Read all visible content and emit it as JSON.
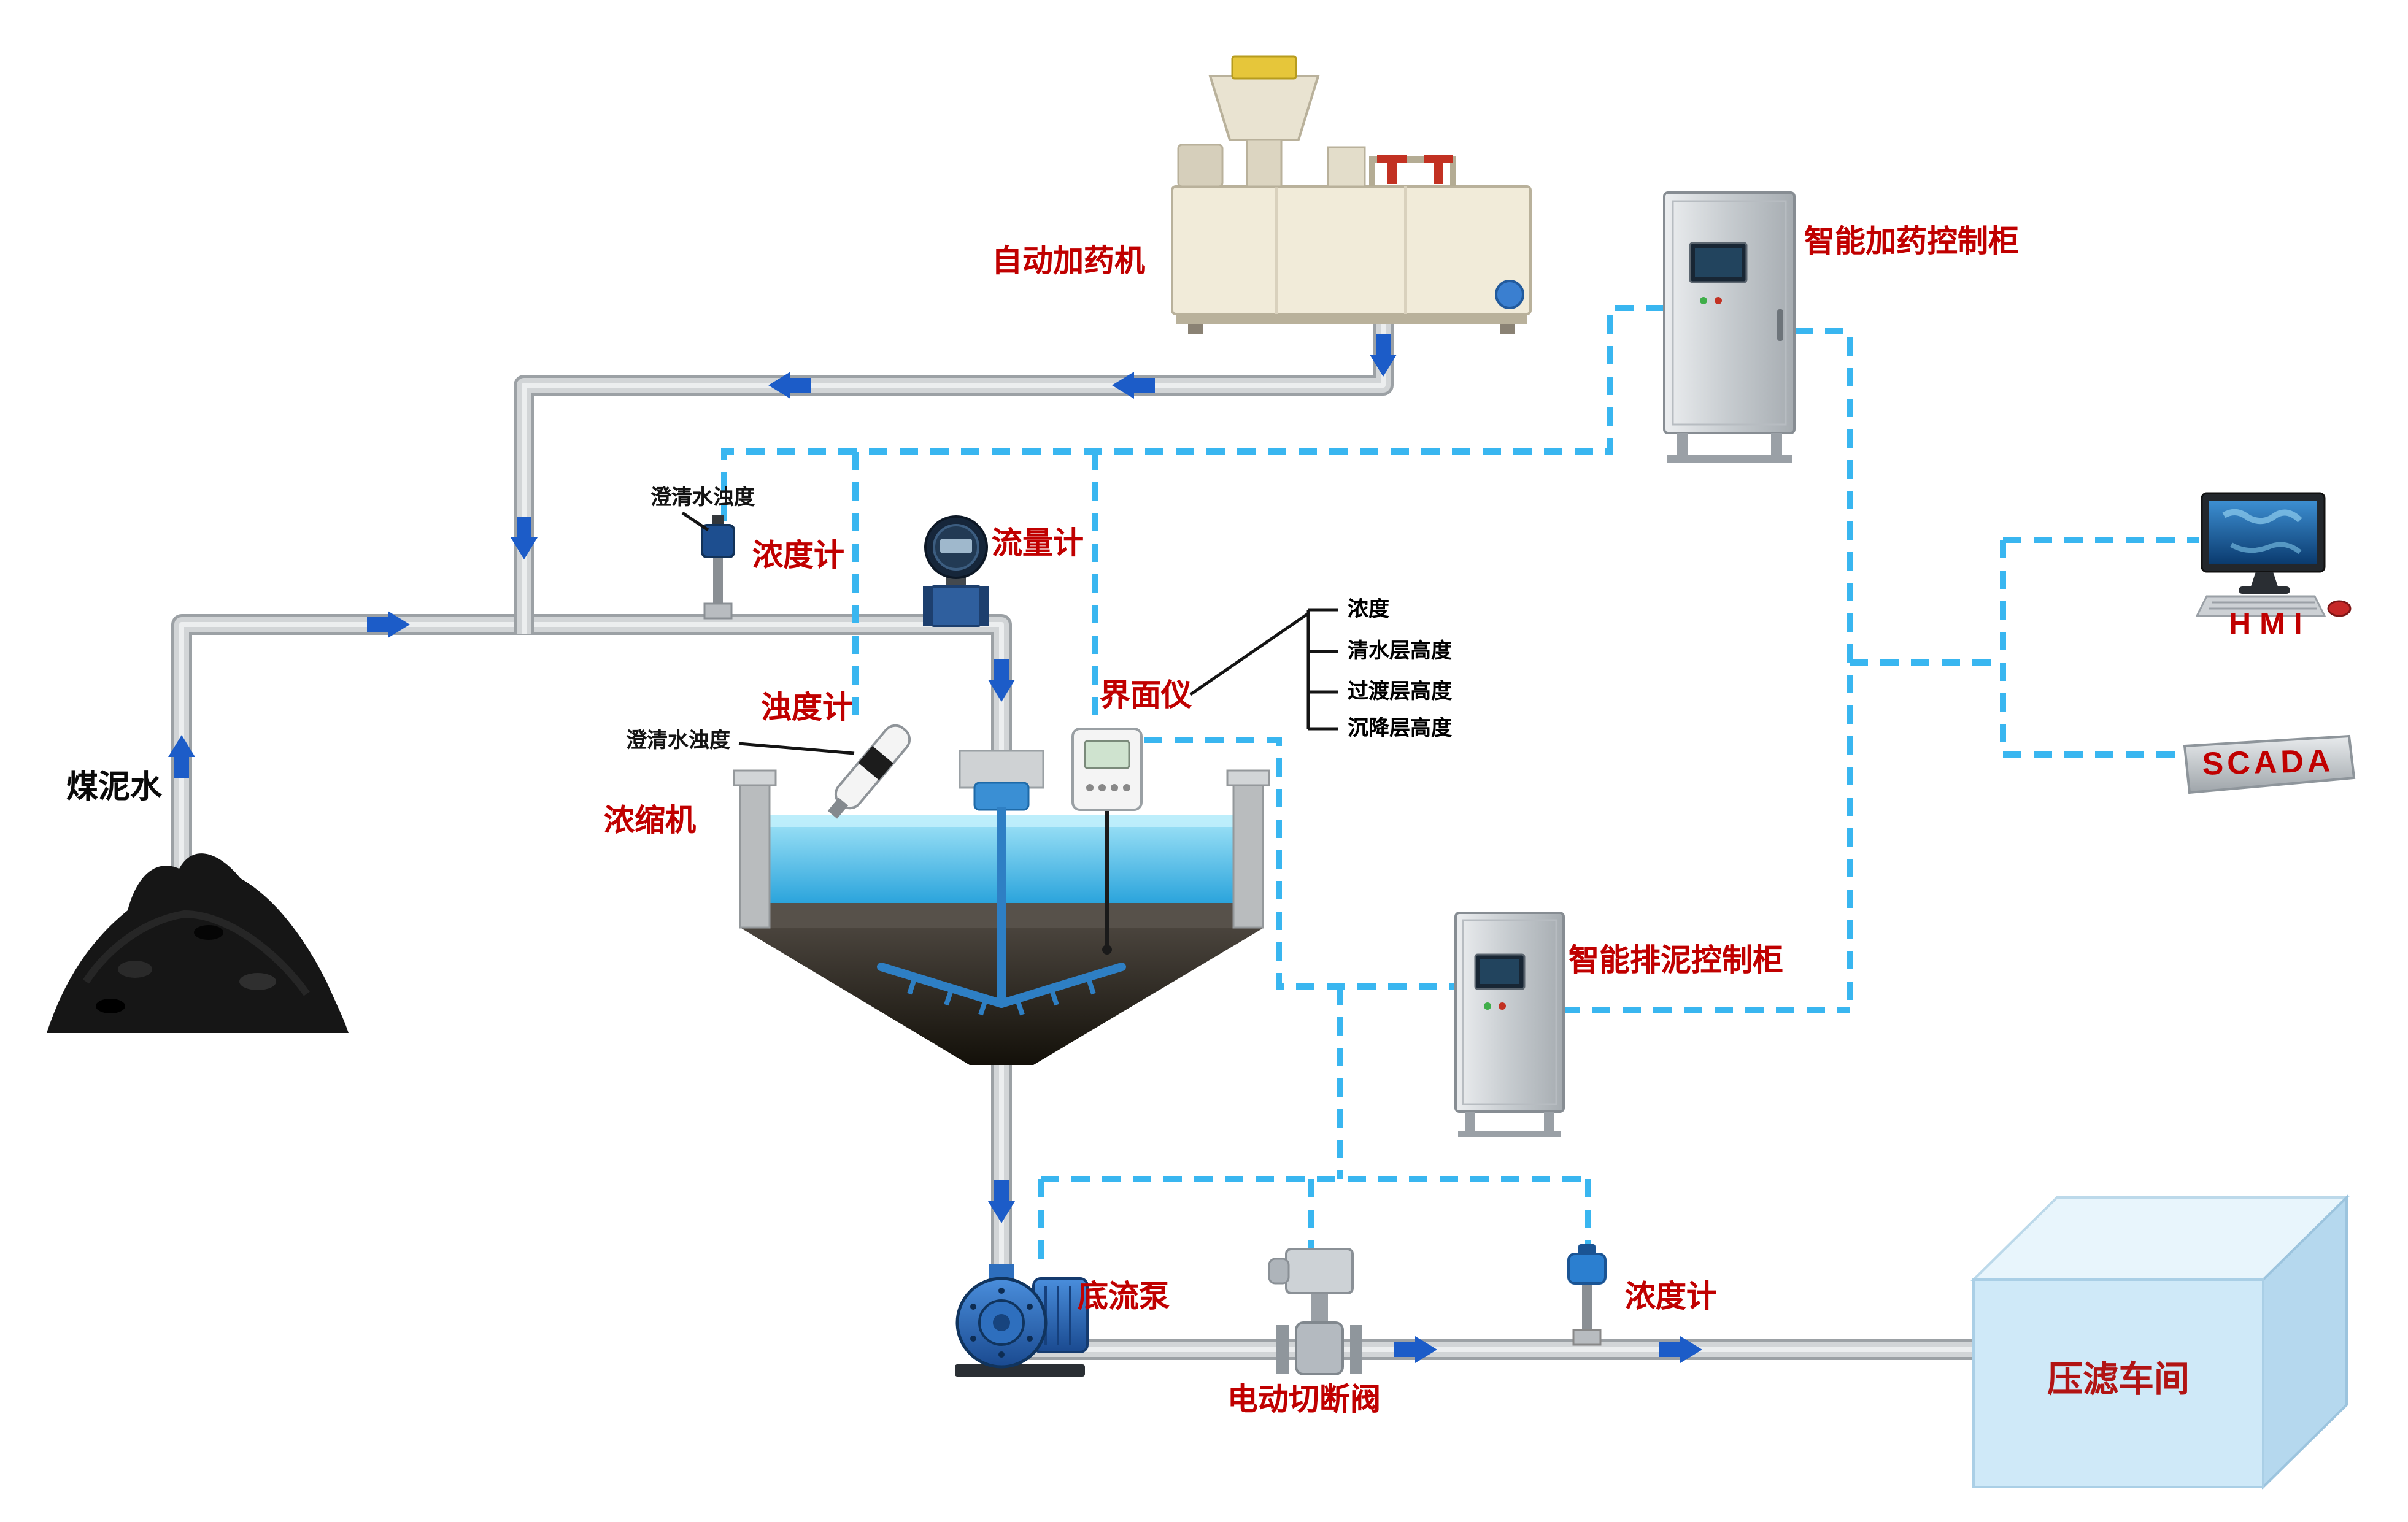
{
  "labels": {
    "dosing_machine": "自动加药机",
    "dosing_cabinet": "智能加药控制柜",
    "hmi": "HMI",
    "scada": "SCADA",
    "coal_slurry_water": "煤泥水",
    "clarified_water_turbidity_top": "澄清水浊度",
    "concentration_meter_top": "浓度计",
    "flow_meter": "流量计",
    "turbidity_meter": "浊度计",
    "clarified_water_turbidity_side": "澄清水浊度",
    "interface_meter": "界面仪",
    "interface_params": [
      "浓度",
      "清水层高度",
      "过渡层高度",
      "沉降层高度"
    ],
    "thickener": "浓缩机",
    "mud_discharge_cabinet": "智能排泥控制柜",
    "underflow_pump": "底流泵",
    "electric_cutoff_valve": "电动切断阀",
    "concentration_meter_bottom": "浓度计",
    "filter_press_workshop": "压滤车间"
  },
  "colors": {
    "label_red": "#c00000",
    "signal_dashed_line": "#39b6f0",
    "flow_arrow_blue": "#1c5cc8",
    "pipe_gray": "#d2d5d7",
    "water_blue": "#2ba4dc",
    "filter_press_blue": "#cfe9f8"
  }
}
